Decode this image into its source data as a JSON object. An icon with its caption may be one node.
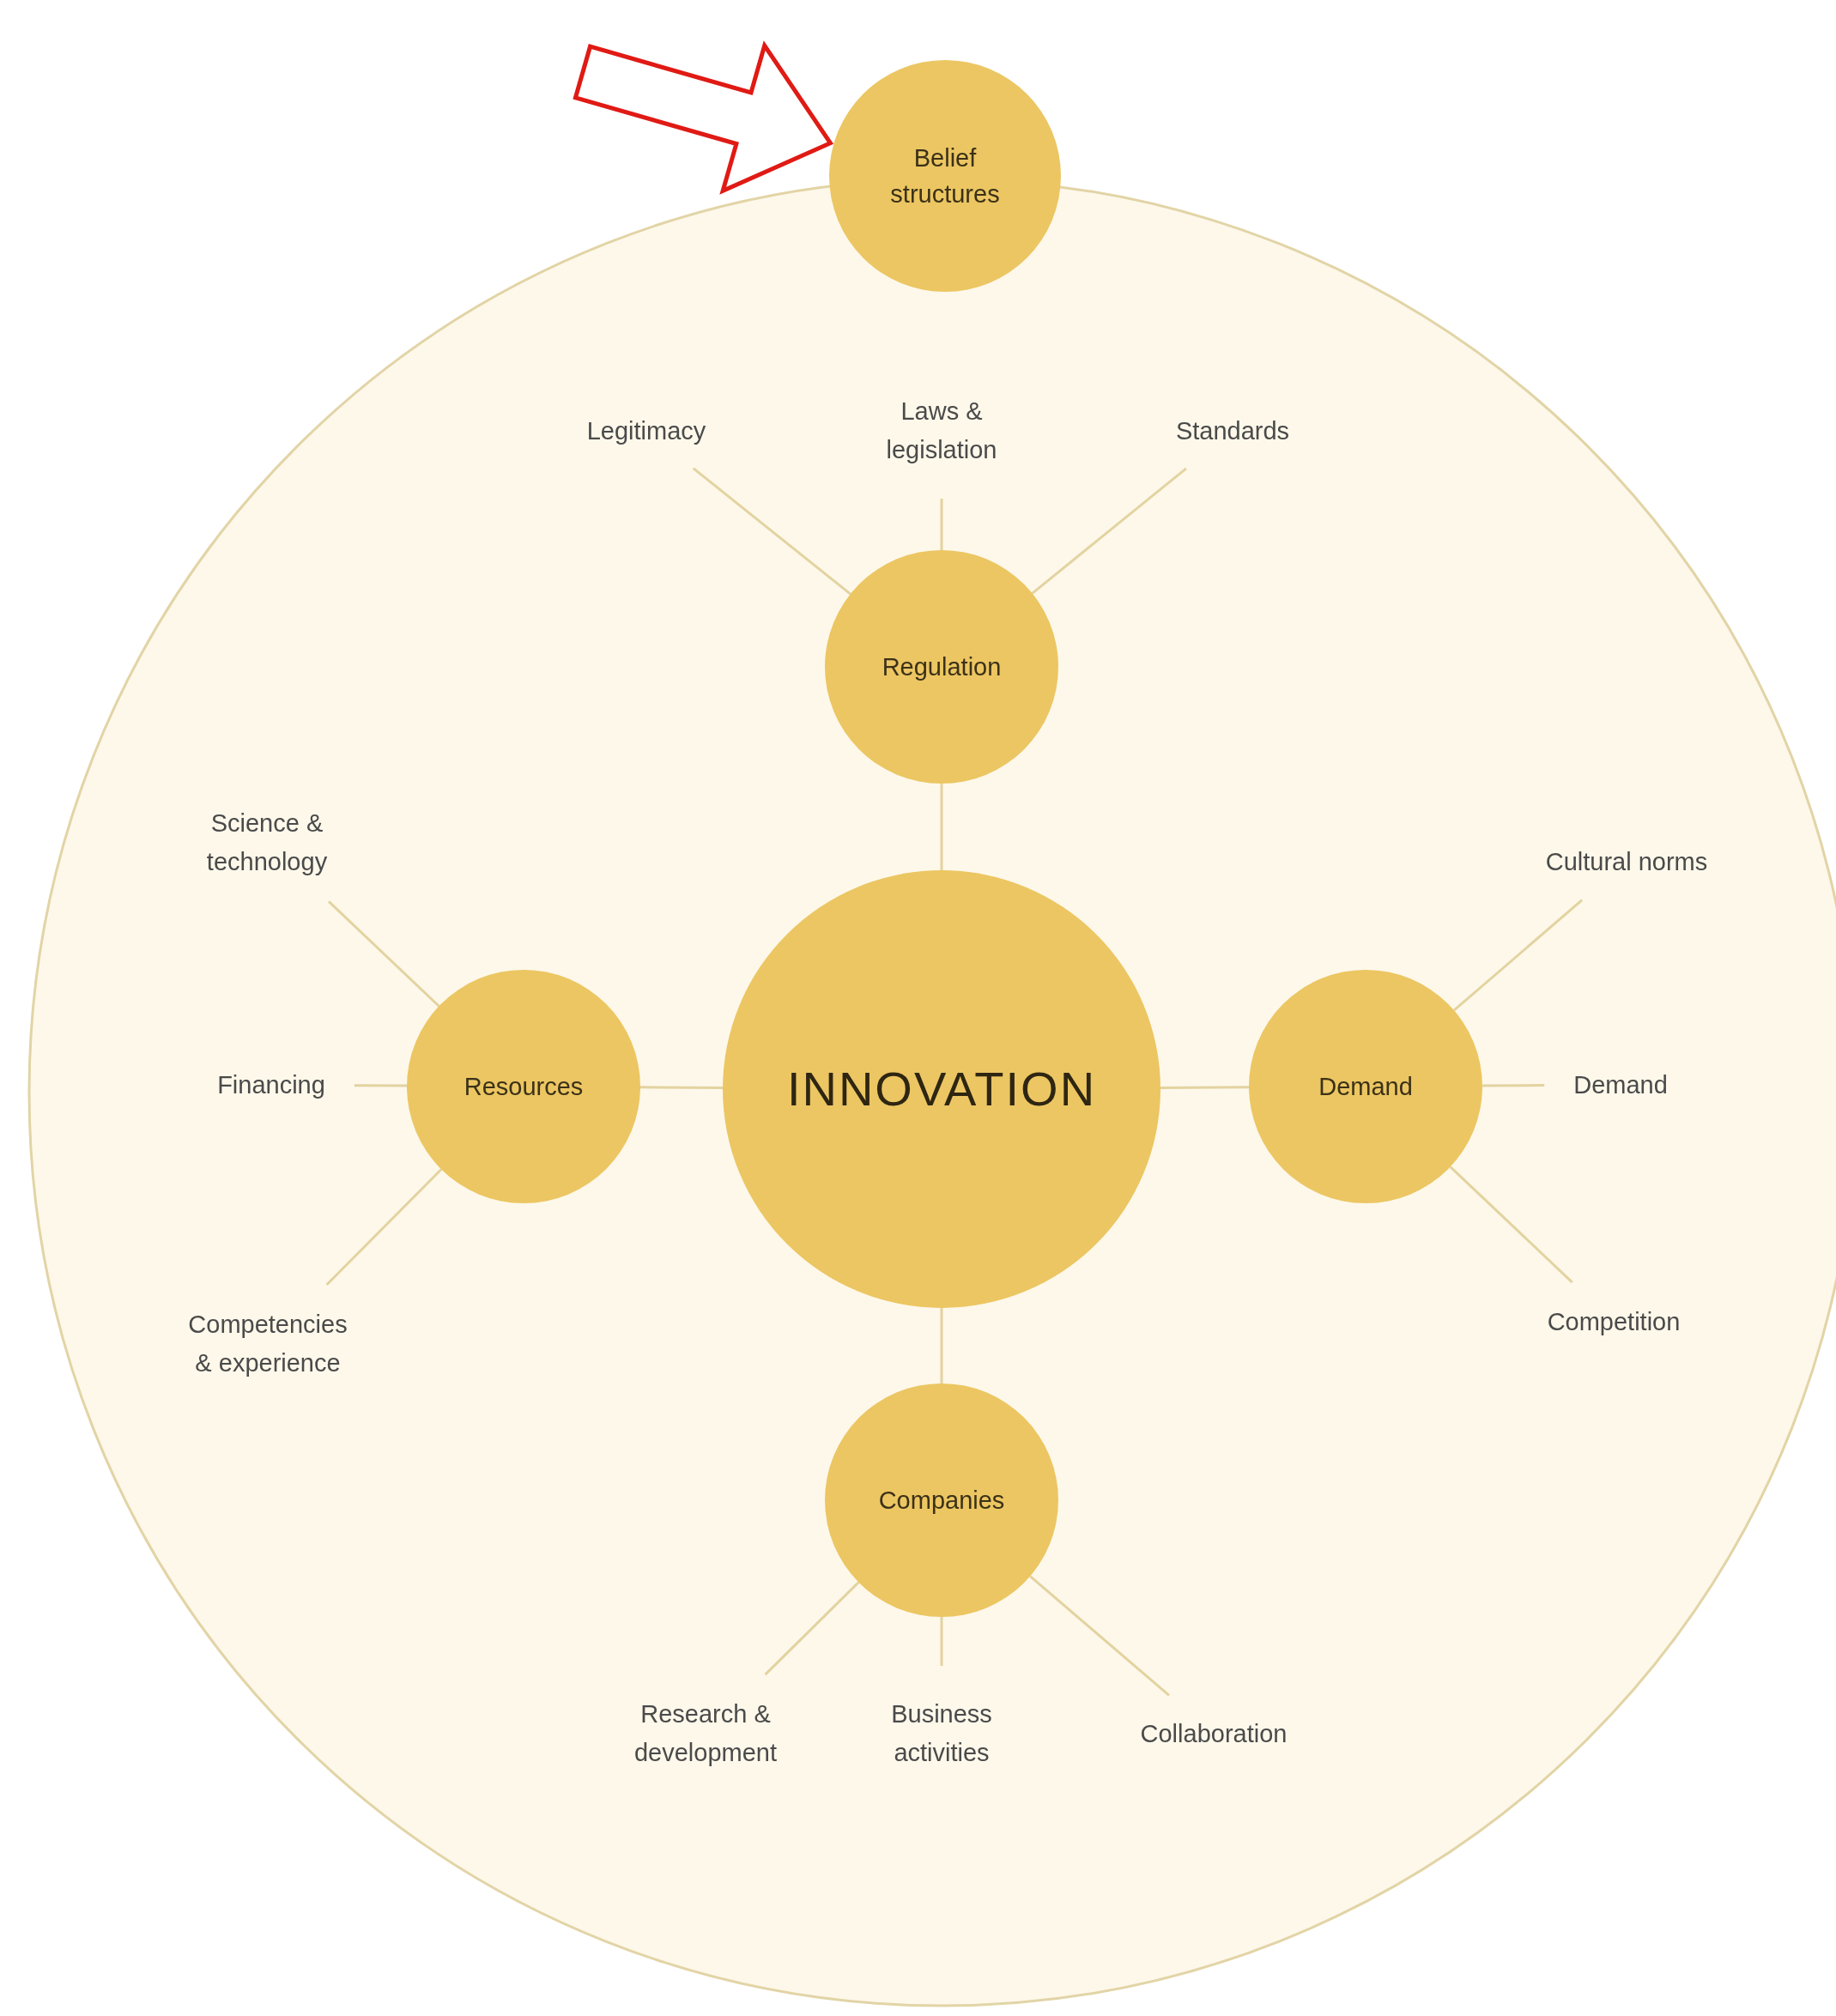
{
  "diagram": {
    "nodes": [
      {
        "text": [
          "Belief structures"
        ]
      },
      {
        "text": [
          "Legitimacy"
        ]
      },
      {
        "text": [
          "Laws & legislation"
        ]
      },
      {
        "text": [
          "Standards"
        ]
      },
      {
        "text": [
          "Regulation"
        ]
      },
      {
        "text": [
          "Science & technology"
        ]
      },
      {
        "text": [
          "Cultural norms"
        ]
      },
      {
        "text": [
          "Financing"
        ]
      },
      {
        "text": [
          "Resources"
        ]
      },
      {
        "text": [
          "INNOVATION"
        ]
      },
      {
        "text": [
          "Demand"
        ]
      },
      {
        "text": [
          "Demand"
        ]
      },
      {
        "text": [
          "Competencies & experience"
        ]
      },
      {
        "text": [
          "Competition"
        ]
      },
      {
        "text": [
          "Companies"
        ]
      },
      {
        "text": [
          "Research & development"
        ]
      },
      {
        "text": [
          "Business activities"
        ]
      },
      {
        "text": [
          "Collaboration"
        ]
      }
    ],
    "edges": [
      {
        "from": null,
        "to": 0,
        "arrow": "to",
        "style": "thick",
        "color": "#e01a14"
      },
      {
        "from": 9,
        "to": 4,
        "arrow": "none"
      },
      {
        "from": 4,
        "to": 1,
        "arrow": "none"
      },
      {
        "from": 4,
        "to": 2,
        "arrow": "none"
      },
      {
        "from": 4,
        "to": 3,
        "arrow": "none"
      },
      {
        "from": 9,
        "to": 8,
        "arrow": "none"
      },
      {
        "from": 8,
        "to": 5,
        "arrow": "none"
      },
      {
        "from": 8,
        "to": 7,
        "arrow": "none"
      },
      {
        "from": 8,
        "to": 12,
        "arrow": "none"
      },
      {
        "from": 9,
        "to": 10,
        "arrow": "none"
      },
      {
        "from": 10,
        "to": 6,
        "arrow": "none"
      },
      {
        "from": 10,
        "to": 11,
        "arrow": "none"
      },
      {
        "from": 10,
        "to": 13,
        "arrow": "none"
      },
      {
        "from": 9,
        "to": 14,
        "arrow": "none"
      },
      {
        "from": 14,
        "to": 15,
        "arrow": "none"
      },
      {
        "from": 14,
        "to": 16,
        "arrow": "none"
      },
      {
        "from": 14,
        "to": 17,
        "arrow": "none"
      }
    ]
  }
}
